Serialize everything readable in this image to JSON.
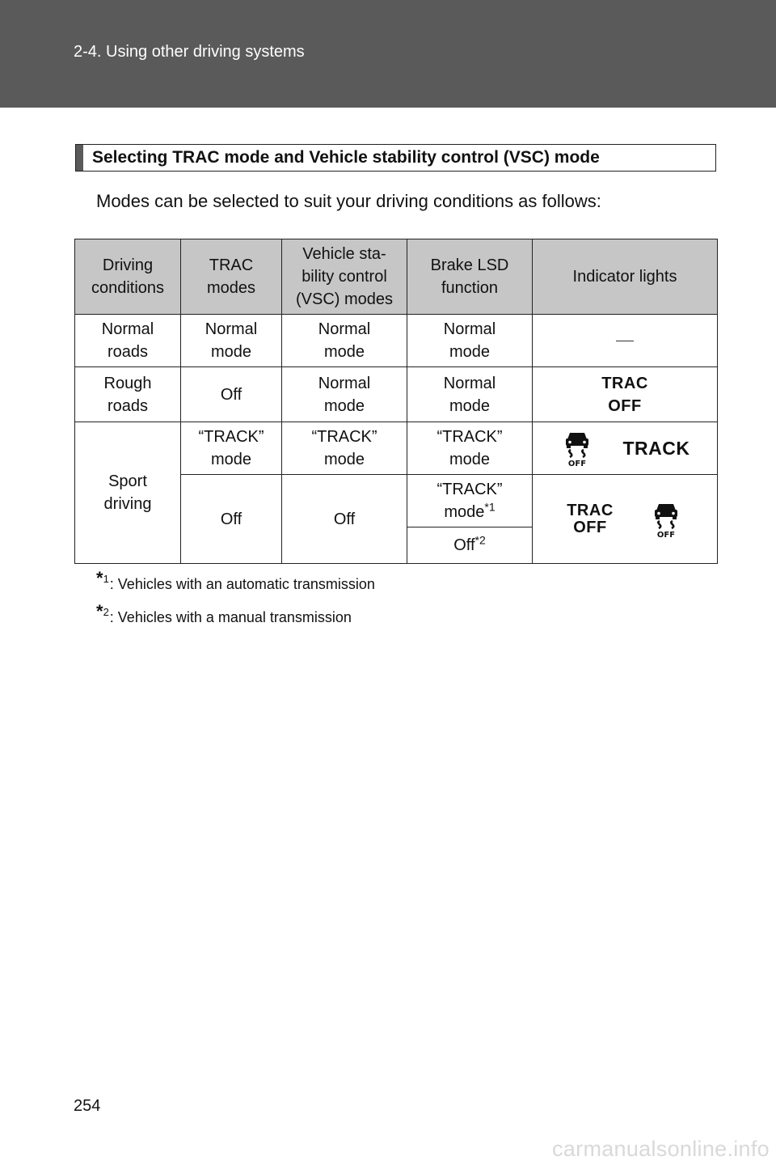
{
  "header": {
    "section": "2-4. Using other driving systems"
  },
  "section_heading": "Selecting TRAC mode and Vehicle stability control (VSC) mode",
  "intro": "Modes can be selected to suit your driving conditions as follows:",
  "table": {
    "headers": [
      "Driving\nconditions",
      "TRAC\nmodes",
      "Vehicle sta-\nbility control\n(VSC) modes",
      "Brake LSD\nfunction",
      "Indicator lights"
    ],
    "normal": {
      "condition": "Normal\nroads",
      "trac": "Normal\nmode",
      "vsc": "Normal\nmode",
      "lsd": "Normal\nmode"
    },
    "rough": {
      "condition": "Rough\nroads",
      "trac": "Off",
      "vsc": "Normal\nmode",
      "lsd": "Normal\nmode",
      "indicator": "TRAC\nOFF"
    },
    "sport": {
      "condition": "Sport\ndriving",
      "track_row": {
        "trac": "“TRACK”\nmode",
        "vsc": "“TRACK”\nmode",
        "lsd": "“TRACK”\nmode",
        "indicator_text": "TRACK"
      },
      "off_row": {
        "trac": "Off",
        "vsc": "Off",
        "lsd_at": "“TRACK”\nmode",
        "lsd_mt": "Off",
        "indicator_text": "TRAC\nOFF"
      }
    },
    "note_marks": {
      "one": "1",
      "two": "2"
    },
    "icon_off_label": "OFF"
  },
  "footnotes": [
    {
      "num": "1",
      "text": ": Vehicles with an automatic transmission"
    },
    {
      "num": "2",
      "text": ": Vehicles with a manual transmission"
    }
  ],
  "page_number": "254",
  "watermark": "carmanualsonline.info",
  "icons": {
    "slip": "vsc-off-icon",
    "asterisk": "asterisk"
  }
}
